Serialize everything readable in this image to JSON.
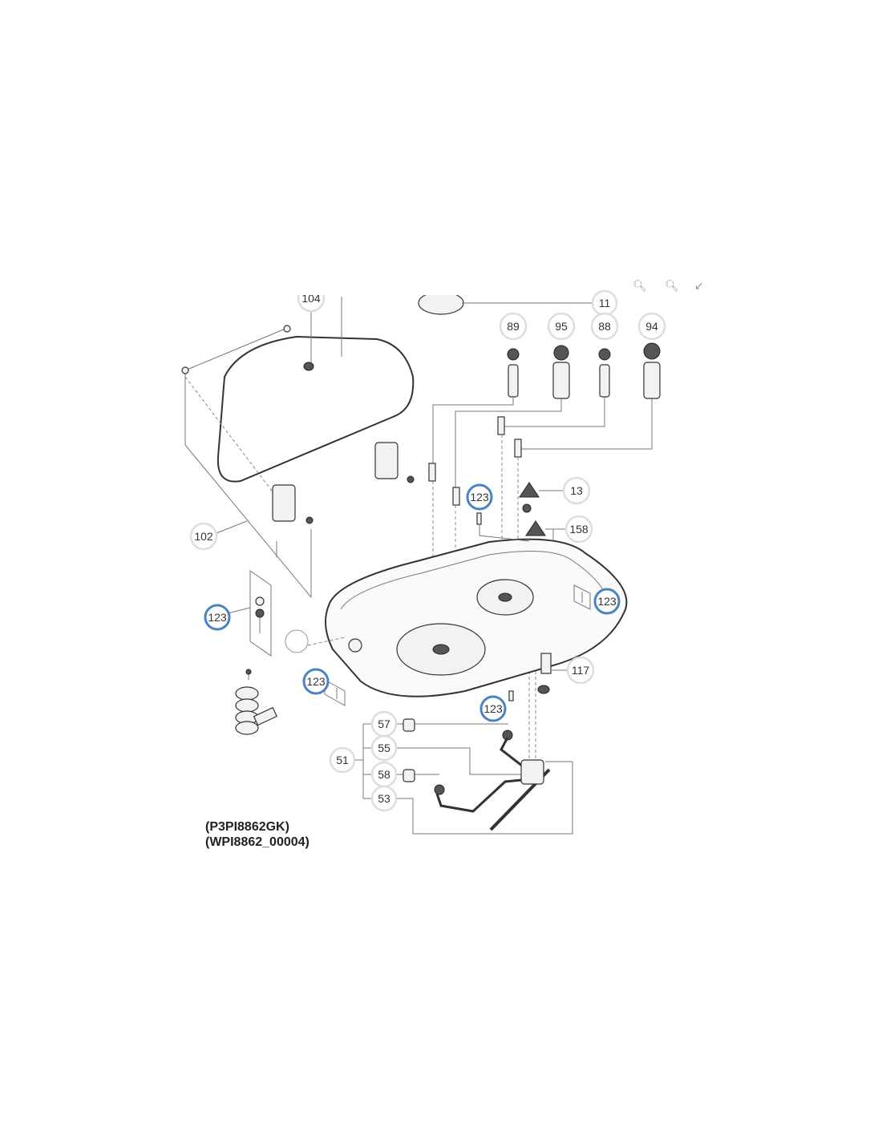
{
  "toolbar": {
    "icons": [
      "zoom-in-icon",
      "zoom-out-icon",
      "collapse-icon"
    ]
  },
  "callouts": {
    "c104": "104",
    "c11": "11",
    "c89": "89",
    "c95": "95",
    "c88": "88",
    "c94": "94",
    "c13": "13",
    "c158": "158",
    "c102": "102",
    "c117": "117",
    "c123a": "123",
    "c123b": "123",
    "c123c": "123",
    "c123d": "123",
    "c123e": "123",
    "c57": "57",
    "c55": "55",
    "c51": "51",
    "c58": "58",
    "c53": "53"
  },
  "codes": {
    "line1": "(P3PI8862GK)",
    "line2": "(WPI8862_00004)"
  },
  "colors": {
    "highlight": "#4a84c0",
    "callout_ring": "#dddddd"
  }
}
